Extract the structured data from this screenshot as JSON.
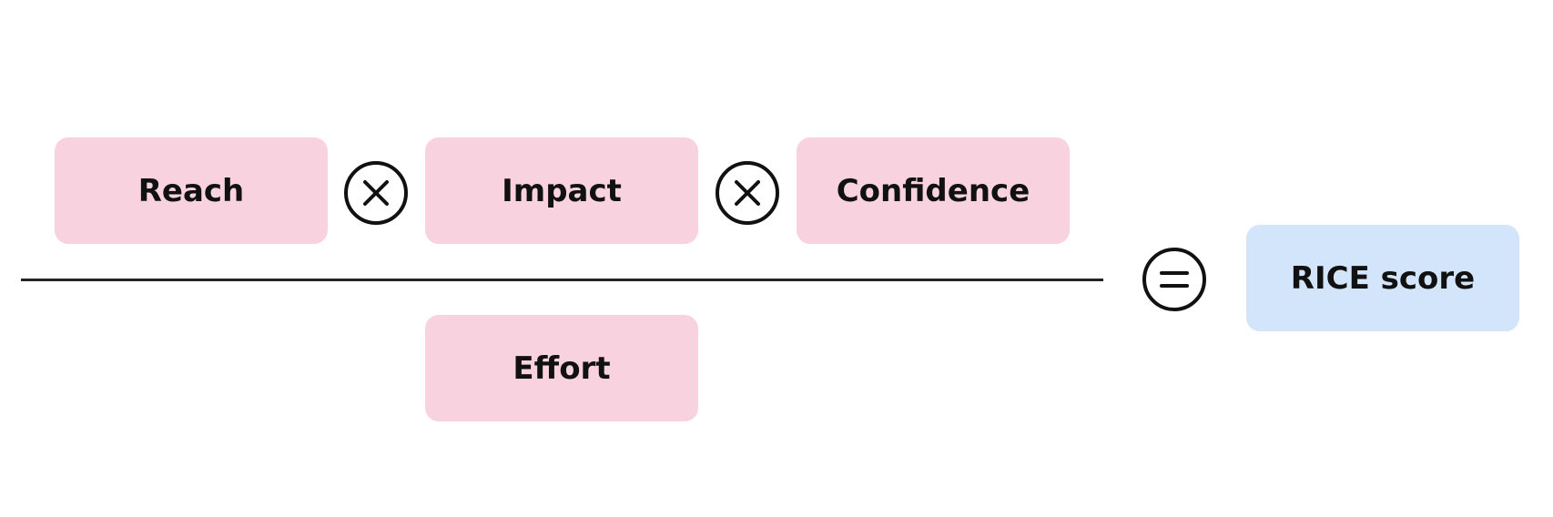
{
  "formula": {
    "numerator": [
      "Reach",
      "Impact",
      "Confidence"
    ],
    "denominator": "Effort",
    "result": "RICE score",
    "operators": {
      "multiply": "multiply-icon",
      "equals": "equals-icon"
    }
  },
  "colors": {
    "factor_box": "#f8d3df",
    "result_box": "#d2e5fb",
    "line": "#222222"
  }
}
